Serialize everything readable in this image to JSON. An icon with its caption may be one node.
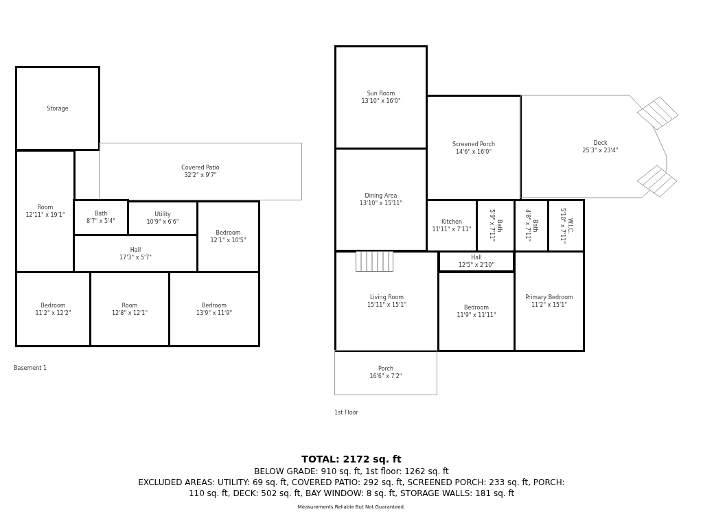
{
  "diagram": {
    "nodes": [
      {
        "text": [
          "Storage"
        ]
      },
      {
        "text": [
          "Covered Patio",
          "32'2\" x 9'7\""
        ]
      },
      {
        "text": [
          "Room",
          "12'11\" x 19'1\""
        ]
      },
      {
        "text": [
          "Bath",
          "8'7\" x 5'4\""
        ]
      },
      {
        "text": [
          "Utility",
          "10'9\" x 6'6\""
        ]
      },
      {
        "text": [
          "Bedroom",
          "12'1\" x 10'5\""
        ]
      },
      {
        "text": [
          "Hall",
          "17'3\" x 5'7\""
        ]
      },
      {
        "text": [
          "Bedroom",
          "11'2\" x 12'2\""
        ]
      },
      {
        "text": [
          "Room",
          "12'8\" x 12'1\""
        ]
      },
      {
        "text": [
          "Bedroom",
          "13'9\" x 11'9\""
        ]
      },
      {
        "text": [
          "Sun Room",
          "13'10\" x 16'0\""
        ]
      },
      {
        "text": [
          "Screened Porch",
          "14'6\" x 16'0\""
        ]
      },
      {
        "text": [
          "Deck",
          "25'3\" x 23'4\""
        ]
      },
      {
        "text": [
          "Dining Area",
          "13'10\" x 15'11\""
        ]
      },
      {
        "text": [
          "Kitchen",
          "11'11\" x 7'11\""
        ]
      },
      {
        "text": [
          "Bath",
          "5'9\" x 7'11\""
        ]
      },
      {
        "text": [
          "Bath",
          "4'8\" x 7'11\""
        ]
      },
      {
        "text": [
          "W.I.C.",
          "5'10\" x 7'11\""
        ]
      },
      {
        "text": [
          "Hall",
          "12'5\" x 2'10\""
        ]
      },
      {
        "text": [
          "Living Room",
          "15'11\" x 15'1\""
        ]
      },
      {
        "text": [
          "Bedroom",
          "11'9\" x 11'11\""
        ]
      },
      {
        "text": [
          "Primary Bedroom",
          "11'2\" x 15'1\""
        ]
      },
      {
        "text": [
          "Porch",
          "16'6\" x 7'2\""
        ]
      }
    ],
    "edges": [],
    "labels": [
      "Basement 1",
      "1st Floor",
      "TOTAL: 2172 sq. ft",
      "BELOW GRADE: 910 sq. ft, 1st floor: 1262 sq. ft",
      "EXCLUDED AREAS: UTILITY: 69 sq. ft, COVERED PATIO: 292 sq. ft, SCREENED PORCH: 233 sq. ft, PORCH: 110 sq. ft, DECK: 502 sq. ft, BAY WINDOW: 8 sq. ft, STORAGE WALLS: 181 sq. ft",
      "Measurements Reliable But Not Guaranteed."
    ]
  }
}
